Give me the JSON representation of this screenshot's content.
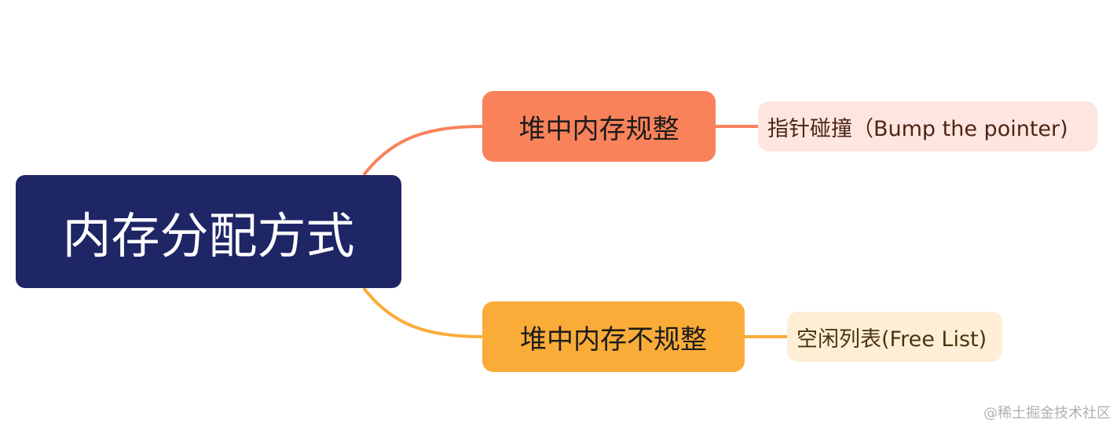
{
  "mindmap": {
    "root": {
      "label": "内存分配方式",
      "color": "#1f2666"
    },
    "branches": [
      {
        "label": "堆中内存规整",
        "color": "#f9825a",
        "leaf": {
          "label": "指针碰撞（Bump the pointer)",
          "color": "#fde6df"
        }
      },
      {
        "label": "堆中内存不规整",
        "color": "#faac39",
        "leaf": {
          "label": "空闲列表(Free List)",
          "color": "#feeed6"
        }
      }
    ]
  },
  "watermark": "@稀土掘金技术社区"
}
